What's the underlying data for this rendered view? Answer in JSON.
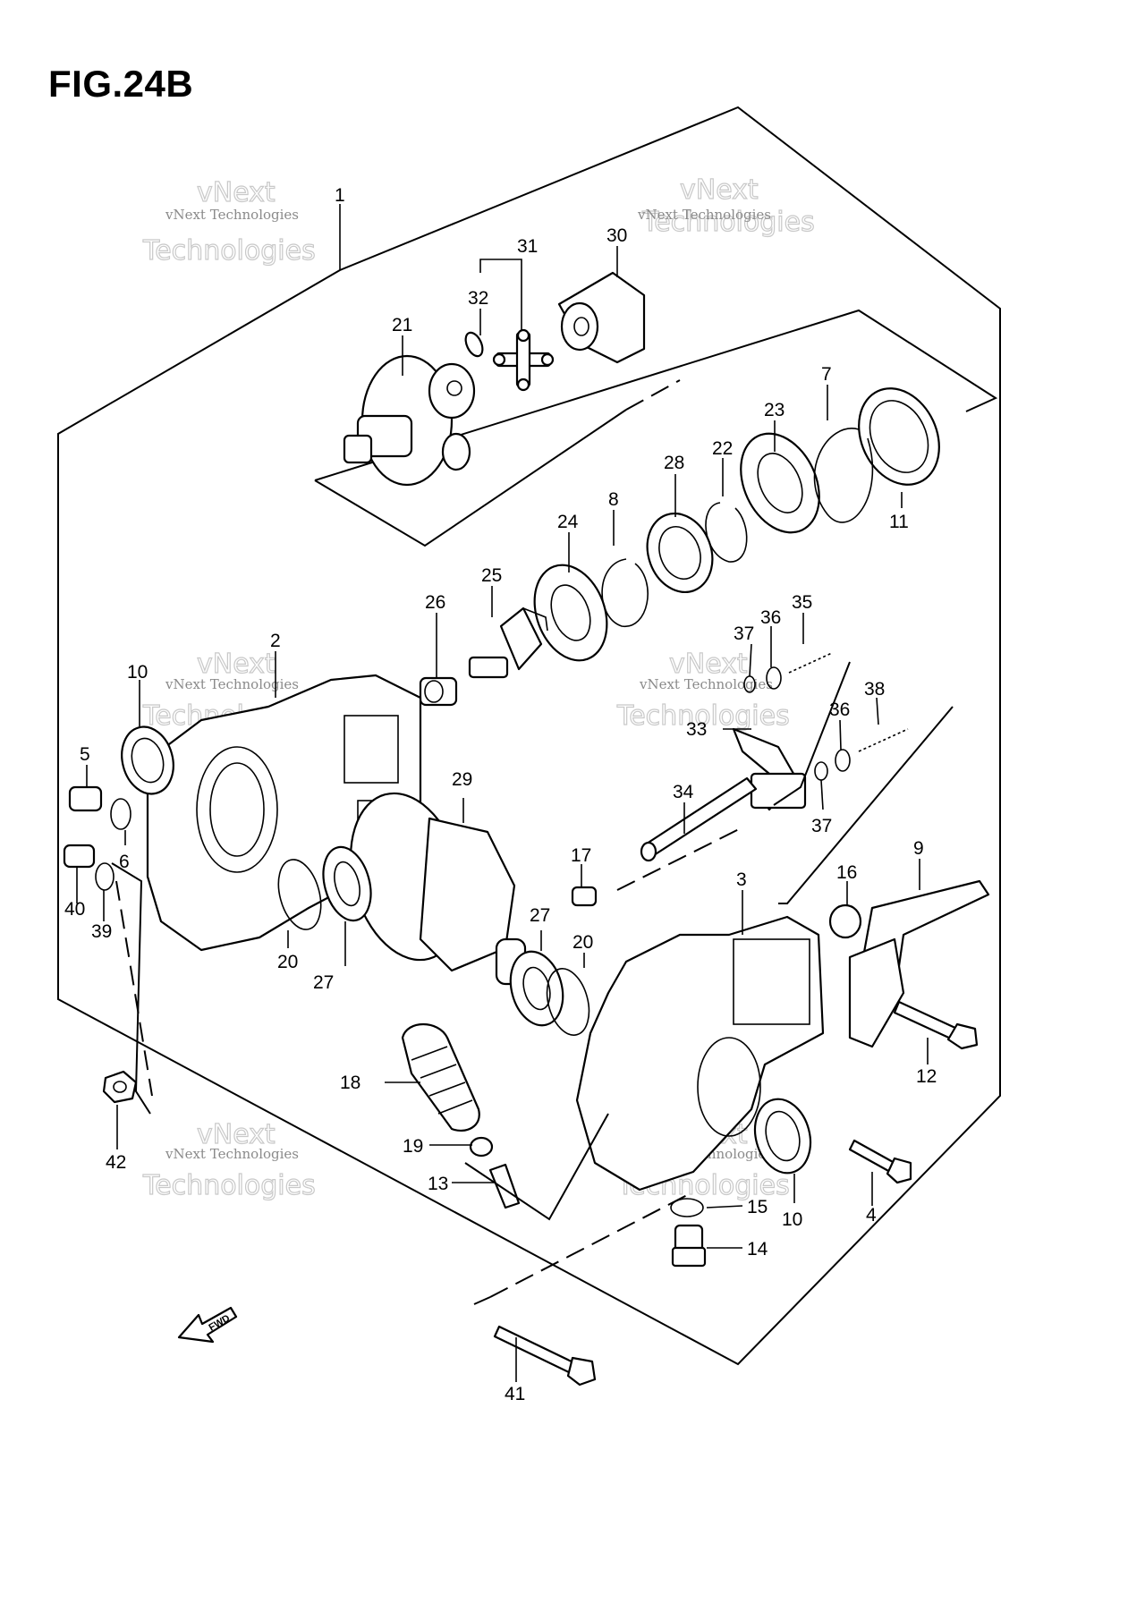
{
  "figure": {
    "title": "FIG.24B"
  },
  "watermark": {
    "line1": "vNext Technologies",
    "line2": "Technologies",
    "line3": "vNext"
  },
  "fwd_label": "FWD",
  "callouts": [
    {
      "id": "c1",
      "text": "1"
    },
    {
      "id": "c2",
      "text": "2"
    },
    {
      "id": "c3",
      "text": "3"
    },
    {
      "id": "c4",
      "text": "4"
    },
    {
      "id": "c5",
      "text": "5"
    },
    {
      "id": "c6",
      "text": "6"
    },
    {
      "id": "c7",
      "text": "7"
    },
    {
      "id": "c8",
      "text": "8"
    },
    {
      "id": "c9",
      "text": "9"
    },
    {
      "id": "c10a",
      "text": "10"
    },
    {
      "id": "c10b",
      "text": "10"
    },
    {
      "id": "c11",
      "text": "11"
    },
    {
      "id": "c12",
      "text": "12"
    },
    {
      "id": "c13",
      "text": "13"
    },
    {
      "id": "c14",
      "text": "14"
    },
    {
      "id": "c15",
      "text": "15"
    },
    {
      "id": "c16",
      "text": "16"
    },
    {
      "id": "c17",
      "text": "17"
    },
    {
      "id": "c18",
      "text": "18"
    },
    {
      "id": "c19",
      "text": "19"
    },
    {
      "id": "c20a",
      "text": "20"
    },
    {
      "id": "c20b",
      "text": "20"
    },
    {
      "id": "c21",
      "text": "21"
    },
    {
      "id": "c22",
      "text": "22"
    },
    {
      "id": "c23",
      "text": "23"
    },
    {
      "id": "c24",
      "text": "24"
    },
    {
      "id": "c25",
      "text": "25"
    },
    {
      "id": "c26",
      "text": "26"
    },
    {
      "id": "c27a",
      "text": "27"
    },
    {
      "id": "c27b",
      "text": "27"
    },
    {
      "id": "c28",
      "text": "28"
    },
    {
      "id": "c29",
      "text": "29"
    },
    {
      "id": "c30",
      "text": "30"
    },
    {
      "id": "c31",
      "text": "31"
    },
    {
      "id": "c32",
      "text": "32"
    },
    {
      "id": "c33",
      "text": "33"
    },
    {
      "id": "c34",
      "text": "34"
    },
    {
      "id": "c35",
      "text": "35"
    },
    {
      "id": "c36a",
      "text": "36"
    },
    {
      "id": "c36b",
      "text": "36"
    },
    {
      "id": "c37a",
      "text": "37"
    },
    {
      "id": "c37b",
      "text": "37"
    },
    {
      "id": "c38",
      "text": "38"
    },
    {
      "id": "c39",
      "text": "39"
    },
    {
      "id": "c40",
      "text": "40"
    },
    {
      "id": "c41",
      "text": "41"
    },
    {
      "id": "c42",
      "text": "42"
    }
  ]
}
